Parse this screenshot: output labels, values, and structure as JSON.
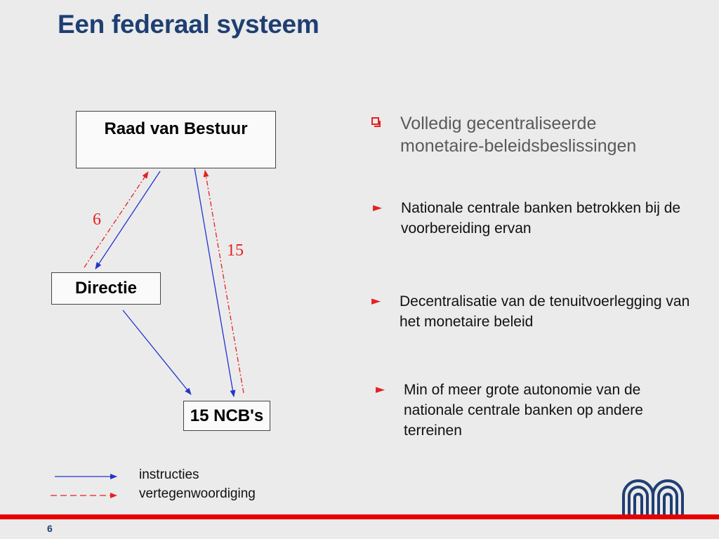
{
  "title": "Een federaal systeem",
  "diagram": {
    "raad_label": "Raad van Bestuur",
    "directie_label": "Directie",
    "ncb_label": "15 NCB's",
    "number_left": "6",
    "number_right": "15"
  },
  "main_bullet": "Volledig gecentraliseerde monetaire-beleidsbeslissingen",
  "sub_bullets": [
    "Nationale centrale banken betrokken bij de voorbereiding ervan",
    "Decentralisatie van de tenuitvoerlegging van het monetaire beleid",
    "Min of meer grote autonomie van de nationale centrale banken op andere terreinen"
  ],
  "legend": {
    "instructions": "instructies",
    "representation": "vertegenwoordiging"
  },
  "page_number": "6",
  "colors": {
    "title": "#1f3f73",
    "instruction_line": "#2233cc",
    "representation_line": "#e62020",
    "accent_bar": "#e60000"
  }
}
